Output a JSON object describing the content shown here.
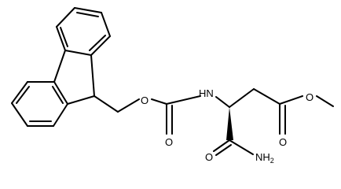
{
  "molecule": {
    "atom_labels": {
      "ester_oxygen_left": "O",
      "nitrogen_nh": "HN",
      "carbonyl_oxygen_carbamate": "O",
      "ester_oxygen_right": "O",
      "carbonyl_oxygen_ester": "O",
      "carbonyl_oxygen_amide": "O",
      "amide_nitrogen": "NH",
      "amide_nitrogen_subscript": "2"
    },
    "colors": {
      "bond": "#000000",
      "label": "#000000",
      "background": "#ffffff"
    }
  }
}
